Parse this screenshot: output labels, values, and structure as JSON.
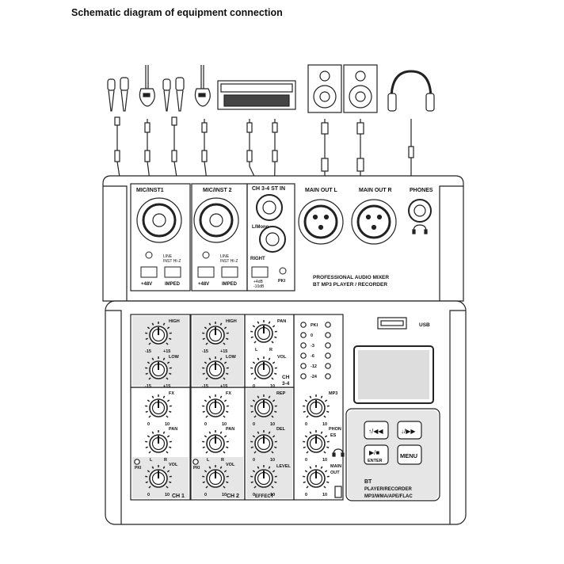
{
  "title": "Schematic diagram of equipment connection",
  "rear": {
    "ch1_label": "MIC/INST1",
    "ch2_label": "MIC/INST 2",
    "ch34_label": "CH 3-4 ST IN",
    "lmono_label": "L/Mono",
    "right_label": "RIGHT",
    "main_out_l": "MAIN OUT L",
    "main_out_r": "MAIN OUT R",
    "phones": "PHONES",
    "line_label": "LINE",
    "inst_label": "INST HI-Z",
    "p48_label": "+48V",
    "imped_label": "IMPED",
    "plus4_label": "+4dB",
    "minus10_label": "-10dB",
    "pk_small": "PKI",
    "brand1": "PROFESSIONAL AUDIO MIXER",
    "brand2": "BT MP3 PLAYER / RECORDER"
  },
  "front": {
    "high": "HIGH",
    "low": "LOW",
    "fx": "FX",
    "pan": "PAN",
    "vol": "VOL",
    "ch1": "CH 1",
    "ch2": "CH 2",
    "ch34_a": "CH",
    "ch34_b": "3-4",
    "pki": "PKI",
    "rep": "REP",
    "del": "DEL",
    "level": "LEVEL",
    "effect": "EFFECT",
    "mp3": "MP3",
    "phones_a": "PHON",
    "phones_b": "ES",
    "main_a": "MAIN",
    "main_b": "OUT",
    "usb": "USB",
    "menu": "MENU",
    "enter": "ENTER",
    "bt1": "BT",
    "bt2": "PLAYER/RECORDER",
    "bt3": "MP3/WMA/APE/FLAC",
    "led_levels": [
      "PKI",
      "0",
      "-3",
      "-6",
      "-12",
      "-24"
    ],
    "scale_lo": "0",
    "scale_hi": "10",
    "pan_l": "L",
    "pan_r": "R",
    "eq_lo": "-15",
    "eq_hi": "+15"
  }
}
